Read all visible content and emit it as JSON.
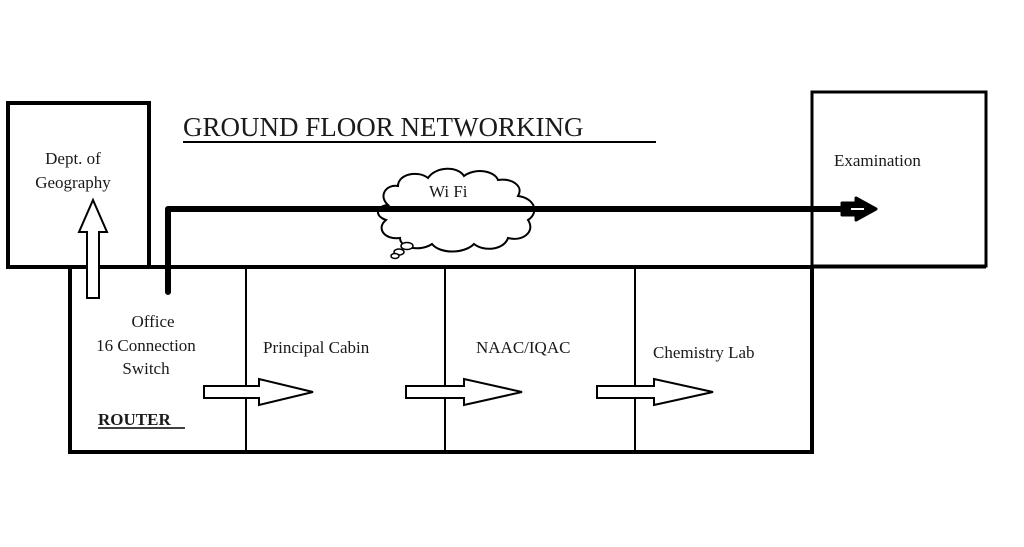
{
  "title": "GROUND FLOOR NETWORKING",
  "colors": {
    "line": "#000000",
    "text": "#1a1a1a",
    "background": "#ffffff"
  },
  "rooms": {
    "geography": {
      "lines": [
        "Dept. of",
        "Geography"
      ]
    },
    "examination": {
      "label": "Examination"
    },
    "office": {
      "lines": [
        "Office",
        "16 Connection",
        "Switch"
      ]
    },
    "principal": {
      "label": "Principal Cabin"
    },
    "naac": {
      "label": "NAAC/IQAC"
    },
    "chemistry": {
      "label": "Chemistry Lab"
    }
  },
  "router_label": "ROUTER",
  "wifi_label": "Wi Fi",
  "connections": [
    {
      "from": "Office",
      "to": "Dept. of Geography",
      "style": "hollow-arrow"
    },
    {
      "from": "Office",
      "to": "Examination",
      "style": "thick-line-arrow",
      "via": "Wi Fi"
    },
    {
      "from": "Office",
      "to": "Principal Cabin",
      "style": "hollow-arrow"
    },
    {
      "from": "Principal Cabin",
      "to": "NAAC/IQAC",
      "style": "hollow-arrow"
    },
    {
      "from": "NAAC/IQAC",
      "to": "Chemistry Lab",
      "style": "hollow-arrow"
    }
  ]
}
